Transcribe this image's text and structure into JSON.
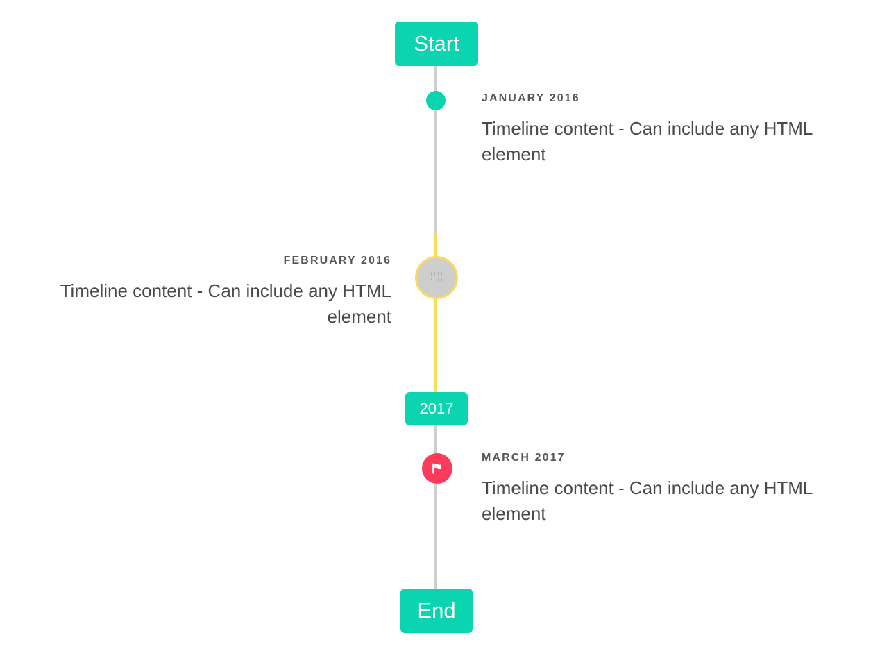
{
  "theme": {
    "accent_teal": "#0bd4b0",
    "accent_yellow": "#fcdb58",
    "accent_pink": "#fb3b5c",
    "line_gray": "#cfcfcf",
    "marker_gray": "#cecece",
    "text_body": "#4a4a4a",
    "text_date": "#55585a",
    "background": "#ffffff"
  },
  "timeline": {
    "start_label": "Start",
    "end_label": "End",
    "year_divider_label": "2017",
    "events": [
      {
        "date": "JANUARY 2016",
        "body": "Timeline content - Can include any HTML element",
        "side": "right",
        "marker": "dot-icon"
      },
      {
        "date": "FEBRUARY 2016",
        "body": "Timeline content - Can include any HTML element",
        "side": "left",
        "marker": "broken-image-icon"
      },
      {
        "date": "MARCH 2017",
        "body": "Timeline content - Can include any HTML element",
        "side": "right",
        "marker": "flag-icon"
      }
    ]
  }
}
